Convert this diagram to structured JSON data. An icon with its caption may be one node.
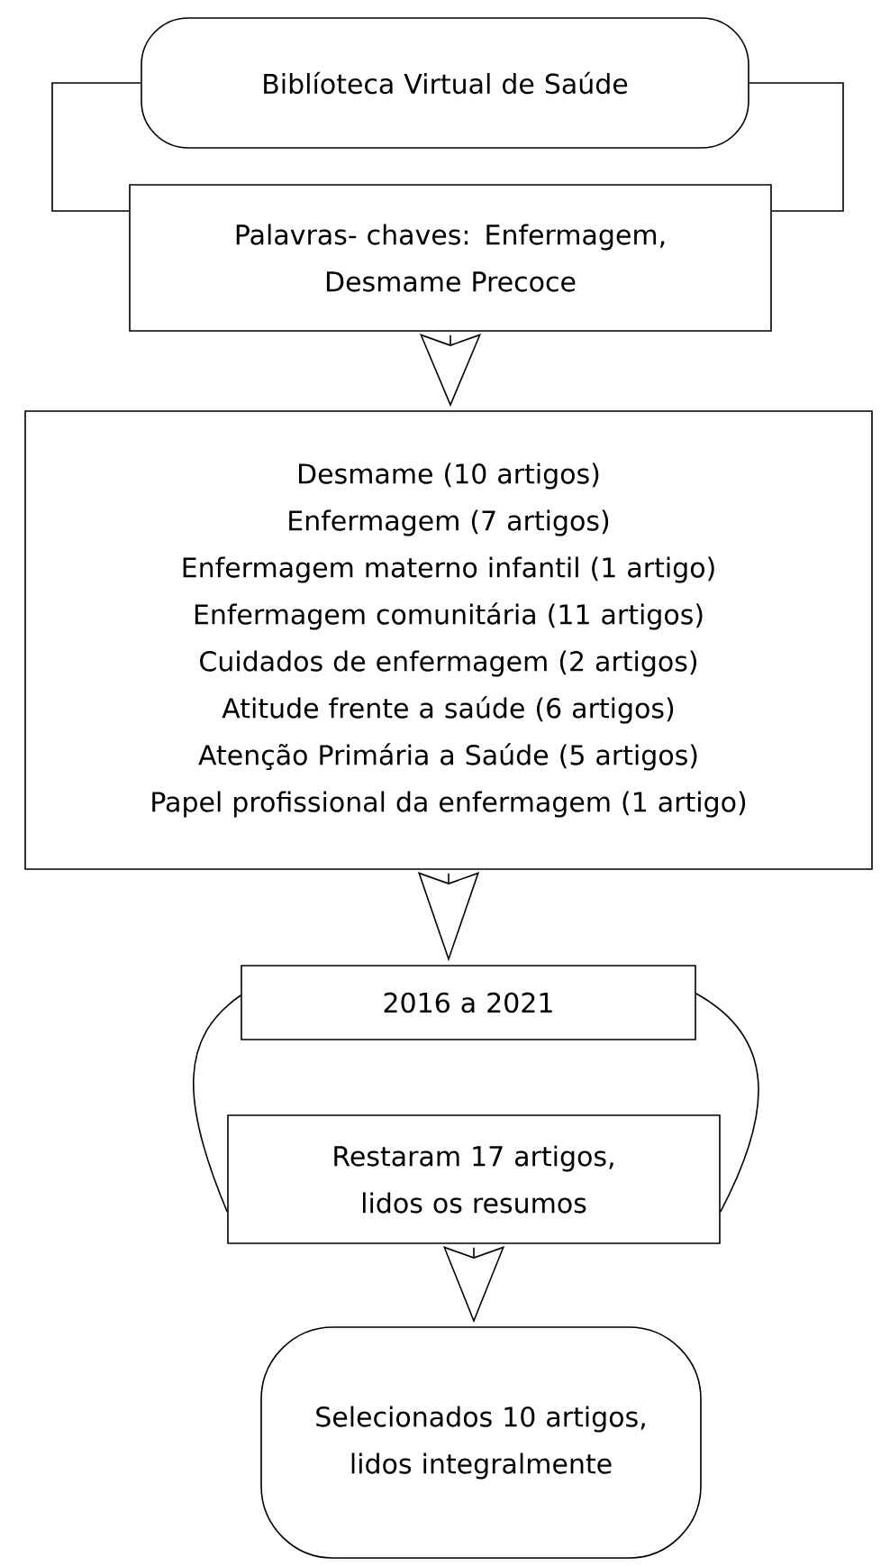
{
  "diagram": {
    "nodes": [
      {
        "text": [
          "Biblíoteca Virtual de Saúde"
        ]
      },
      {
        "text": [
          "Palavras- chaves: Enfermagem, Desmame Precoce"
        ]
      },
      {
        "text": [
          "Desmame  (10 artigos)",
          "Enfermagem (7 artigos)",
          "Enfermagem materno infantil (1 artigo)",
          "Enfermagem comunitária (11 artigos)",
          "Cuidados de enfermagem (2 artigos)",
          "Atitude frente a saúde (6 artigos)",
          "Atenção Primária a Saúde (5 artigos)",
          "Papel profissional da enfermagem (1 artigo)"
        ]
      },
      {
        "text": [
          "2016 a 2021"
        ]
      },
      {
        "text": [
          "Restaram 17 artigos, lidos os resumos"
        ]
      },
      {
        "text": [
          "Selecionados 10 artigos, lidos integralmente"
        ]
      }
    ],
    "edges": [
      {
        "from": 0,
        "to": 1,
        "arrow": "none"
      },
      {
        "from": 0,
        "to": 1,
        "arrow": "none"
      },
      {
        "from": 1,
        "to": 2,
        "arrow": "to"
      },
      {
        "from": 2,
        "to": 3,
        "arrow": "to"
      },
      {
        "from": 3,
        "to": 4,
        "arrow": "none"
      },
      {
        "from": 3,
        "to": 4,
        "arrow": "none"
      },
      {
        "from": 4,
        "to": 5,
        "arrow": "to"
      }
    ]
  }
}
